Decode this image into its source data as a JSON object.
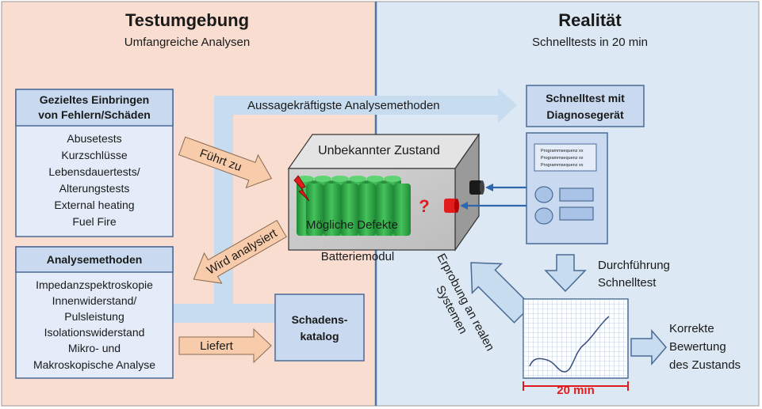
{
  "left_panel": {
    "title": "Testumgebung",
    "subtitle": "Umfangreiche Analysen"
  },
  "right_panel": {
    "title": "Realität",
    "subtitle": "Schnelltests in 20 min"
  },
  "defects_box": {
    "header_line1": "Gezieltes Einbringen",
    "header_line2": "von Fehlern/Schäden",
    "items": [
      "Abusetests",
      "Kurzschlüsse",
      "Lebensdauertests/",
      "Alterungstests",
      "External heating",
      "Fuel Fire"
    ]
  },
  "methods_box": {
    "header": "Analysemethoden",
    "items": [
      "Impedanzspektroskopie",
      "Innenwiderstand/",
      "Pulsleistung",
      "Isolationswiderstand",
      "Mikro- und",
      "Makroskopische Analyse"
    ]
  },
  "catalog_box": {
    "line1": "Schadens-",
    "line2": "katalog"
  },
  "arrows": {
    "fuehrt_zu": "Führt zu",
    "wird_analysiert": "Wird analysiert",
    "liefert": "Liefert",
    "aussagekraeftigste": "Aussagekräftigste Analysemethoden"
  },
  "battery": {
    "top_label": "Unbekannter Zustand",
    "defects_label": "Mögliche Defekte",
    "question_mark": "?",
    "caption": "Batteriemodul"
  },
  "quicktest_box": {
    "line1": "Schnelltest mit",
    "line2": "Diagnosegerät"
  },
  "device": {
    "screen_lines": [
      "Programmsequenz xx",
      "Programmsequenz xx",
      "Programmsequenz xx"
    ]
  },
  "execution_label": {
    "line1": "Durchführung",
    "line2": "Schnelltest"
  },
  "trial_label": {
    "line1": "Erprobung an realen",
    "line2": "Systemen"
  },
  "chart_label": "20 min",
  "result_label": {
    "line1": "Korrekte",
    "line2": "Bewertung",
    "line3": "des Zustands"
  },
  "colors": {
    "left_bg": "#f9ddd0",
    "right_bg": "#dce8f3",
    "box_head": "#c9daf0",
    "box_body": "#e3ecf8",
    "box_border": "#4a6a96",
    "flow_arrow": "#c7dcef",
    "orange_arrow": "#f8ccaa",
    "battery_cell": "#2fa043",
    "red": "#e21b1b",
    "connector_arrow": "#2f66b0"
  }
}
